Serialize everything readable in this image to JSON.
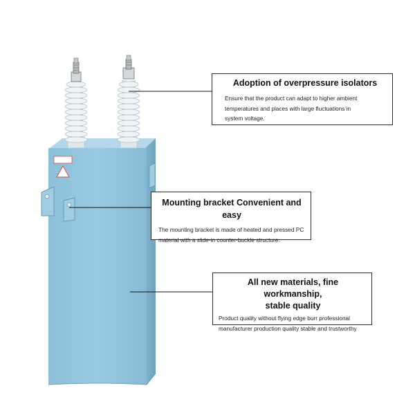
{
  "callouts": [
    {
      "title": "Adoption of overpressure isolators",
      "body_line1": "Ensure that the product can adapt to higher ambient",
      "body_line2": "temperatures and places with large fluctuations in",
      "body_line3": "system voltage."
    },
    {
      "title": "Mounting bracket Convenient and easy",
      "body_line1": "The mounting bracket is made of heated and pressed PC",
      "body_line2": "material with a slide-in counter-buckle structure."
    },
    {
      "title_line1": "All new materials, fine workmanship,",
      "title_line2": "stable quality",
      "body_line1": "Product quality without flying edge burr professional",
      "body_line2": "manufacturer production quality stable and trustworthy"
    }
  ],
  "colors": {
    "body_fill": "#8fc3dd",
    "insulator": "#e4ecef",
    "outline": "#2a2a2a"
  }
}
